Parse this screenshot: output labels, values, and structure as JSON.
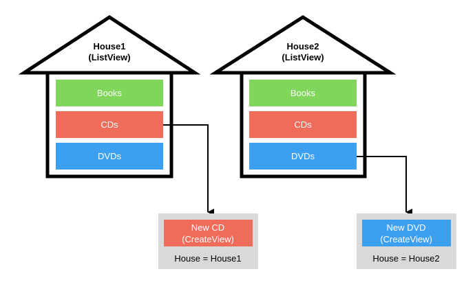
{
  "colors": {
    "books": "#7fd65a",
    "cds": "#ef6b5a",
    "dvds": "#3d9ff0",
    "box_bg": "#d9d9d9",
    "outline": "#000000"
  },
  "houses": [
    {
      "name": "House1",
      "view": "(ListView)",
      "items": [
        "Books",
        "CDs",
        "DVDs"
      ]
    },
    {
      "name": "House2",
      "view": "(ListView)",
      "items": [
        "Books",
        "CDs",
        "DVDs"
      ]
    }
  ],
  "create_views": [
    {
      "title": "New CD",
      "view": "(CreateView)",
      "assignment": "House = House1"
    },
    {
      "title": "New DVD",
      "view": "(CreateView)",
      "assignment": "House = House2"
    }
  ]
}
